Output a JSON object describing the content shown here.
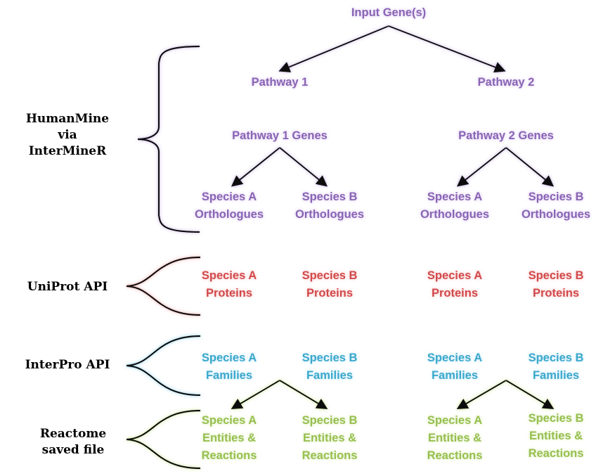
{
  "root": [
    "Input Gene(s)"
  ],
  "pathways": [
    {
      "name": [
        "Pathway 1"
      ],
      "genes": [
        "Pathway 1 Genes"
      ],
      "species": [
        {
          "orthologues": [
            "Species A",
            "Orthologues"
          ],
          "proteins": [
            "Species A",
            "Proteins"
          ],
          "families": [
            "Species A",
            "Families"
          ],
          "reactome": [
            "Species A",
            "Entities &",
            "Reactions"
          ]
        },
        {
          "orthologues": [
            "Species B",
            "Orthologues"
          ],
          "proteins": [
            "Species B",
            "Proteins"
          ],
          "families": [
            "Species B",
            "Families"
          ],
          "reactome": [
            "Species B",
            "Entities &",
            "Reactions"
          ]
        }
      ]
    },
    {
      "name": [
        "Pathway 2"
      ],
      "genes": [
        "Pathway 2 Genes"
      ],
      "species": [
        {
          "orthologues": [
            "Species A",
            "Orthologues"
          ],
          "proteins": [
            "Species A",
            "Proteins"
          ],
          "families": [
            "Species A",
            "Families"
          ],
          "reactome": [
            "Species A",
            "Entities &",
            "Reactions"
          ]
        },
        {
          "orthologues": [
            "Species B",
            "Orthologues"
          ],
          "proteins": [
            "Species B",
            "Proteins"
          ],
          "families": [
            "Species B",
            "Families"
          ],
          "reactome": [
            "Species B",
            "Entities &",
            "Reactions"
          ]
        }
      ]
    }
  ],
  "sources": {
    "humanmine": [
      "HumanMine",
      "via",
      "InterMineR"
    ],
    "uniprot": [
      "UniProt API"
    ],
    "interpro": [
      "InterPro API"
    ],
    "reactome": [
      "Reactome",
      "saved file"
    ]
  },
  "colors": {
    "humanmine": "#8a64b4",
    "uniprot": "#d2494b",
    "interpro": "#3aa8cc",
    "reactome": "#97bf50"
  }
}
